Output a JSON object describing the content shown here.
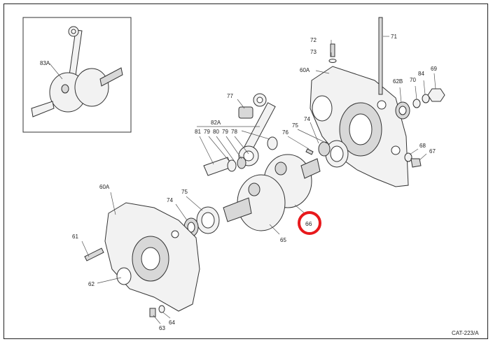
{
  "inset": {
    "label": "83A"
  },
  "callouts": {
    "c71": "71",
    "c72": "72",
    "c73": "73",
    "c60a_r": "60A",
    "c62b": "62B",
    "c70": "70",
    "c84": "84",
    "c69": "69",
    "c77": "77",
    "c82a": "82A",
    "c81": "81",
    "c79a": "79",
    "c80": "80",
    "c79b": "79",
    "c78": "78",
    "c76": "76",
    "c75_r": "75",
    "c74_r": "74",
    "c68": "68",
    "c67": "67",
    "c60a_l": "60A",
    "c75_l": "75",
    "c74_l": "74",
    "c61": "61",
    "c62": "62",
    "c63": "63",
    "c64": "64",
    "c65": "65",
    "c66": "66"
  },
  "highlight": {
    "target": "66",
    "color": "#e8191c"
  },
  "drawing_code": "CAT-223/A"
}
